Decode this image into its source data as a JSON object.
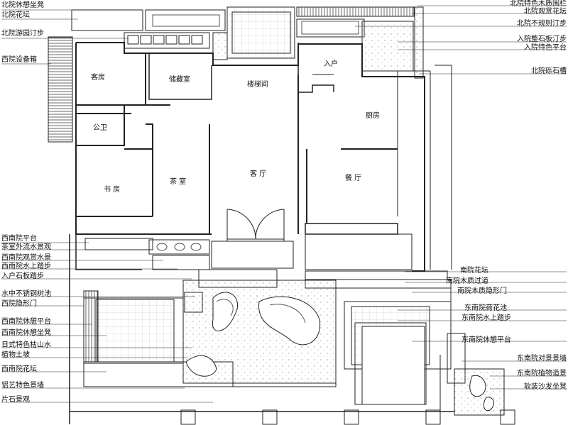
{
  "labels_left": [
    "北院休憩坐凳",
    "北院花坛",
    "北院游园汀步",
    "西院设备箱",
    "西南院平台",
    "茶室外流水景观",
    "西南院观赏水景",
    "西南院水上踏步",
    "入户石板踏步",
    "水中不锈钢树池",
    "西院隐形门",
    "西南院休憩平台",
    "西南院休憩坐凳",
    "日式特色枯山水",
    "植物土坡",
    "西南院花坛",
    "铝艺特色景墙",
    "片石景观"
  ],
  "labels_right": [
    "北院特色木质围栏",
    "北院观赏花坛",
    "北院不规则汀步",
    "入院整石板汀步",
    "入院特色平台",
    "北院砾石槽",
    "南院花坛",
    "南院木质过道",
    "南院木质隐形门",
    "东南院荷花池",
    "东南院水上踏步",
    "东南院休憩平台",
    "东南院对景景墙",
    "东南院植物造景",
    "软装沙发坐凳"
  ],
  "rooms": {
    "guest": "客房",
    "storage": "储藏室",
    "stair": "楼梯间",
    "entry": "入户",
    "kitchen": "厨房",
    "bath": "公卫",
    "study": "书 房",
    "tea": "茶 室",
    "living": "客 厅",
    "dining": "餐 厅"
  }
}
